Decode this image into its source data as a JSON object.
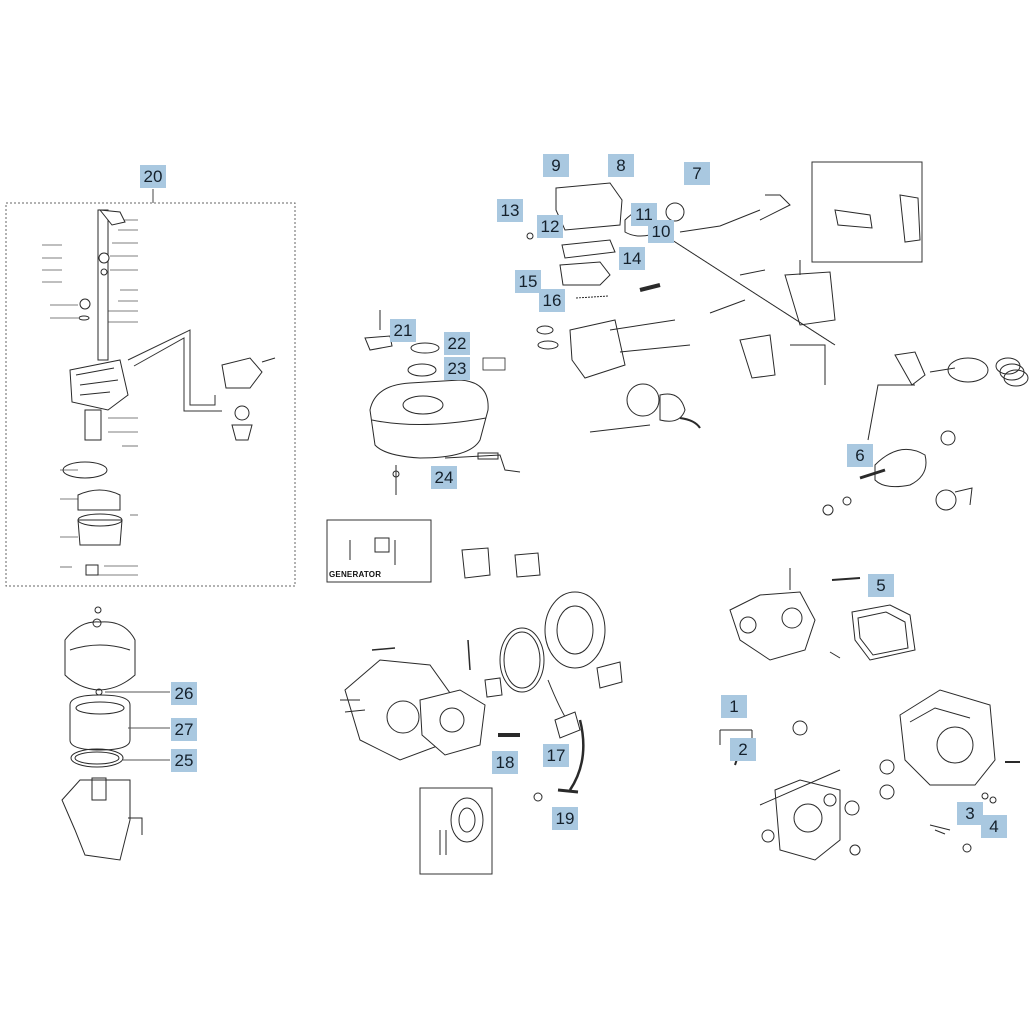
{
  "diagram": {
    "callouts": [
      "1",
      "2",
      "3",
      "4",
      "5",
      "6",
      "7",
      "8",
      "9",
      "10",
      "11",
      "12",
      "13",
      "14",
      "15",
      "16",
      "17",
      "18",
      "19",
      "20",
      "21",
      "22",
      "23",
      "24",
      "25",
      "26",
      "27"
    ],
    "generator_label": "GENERATOR"
  }
}
